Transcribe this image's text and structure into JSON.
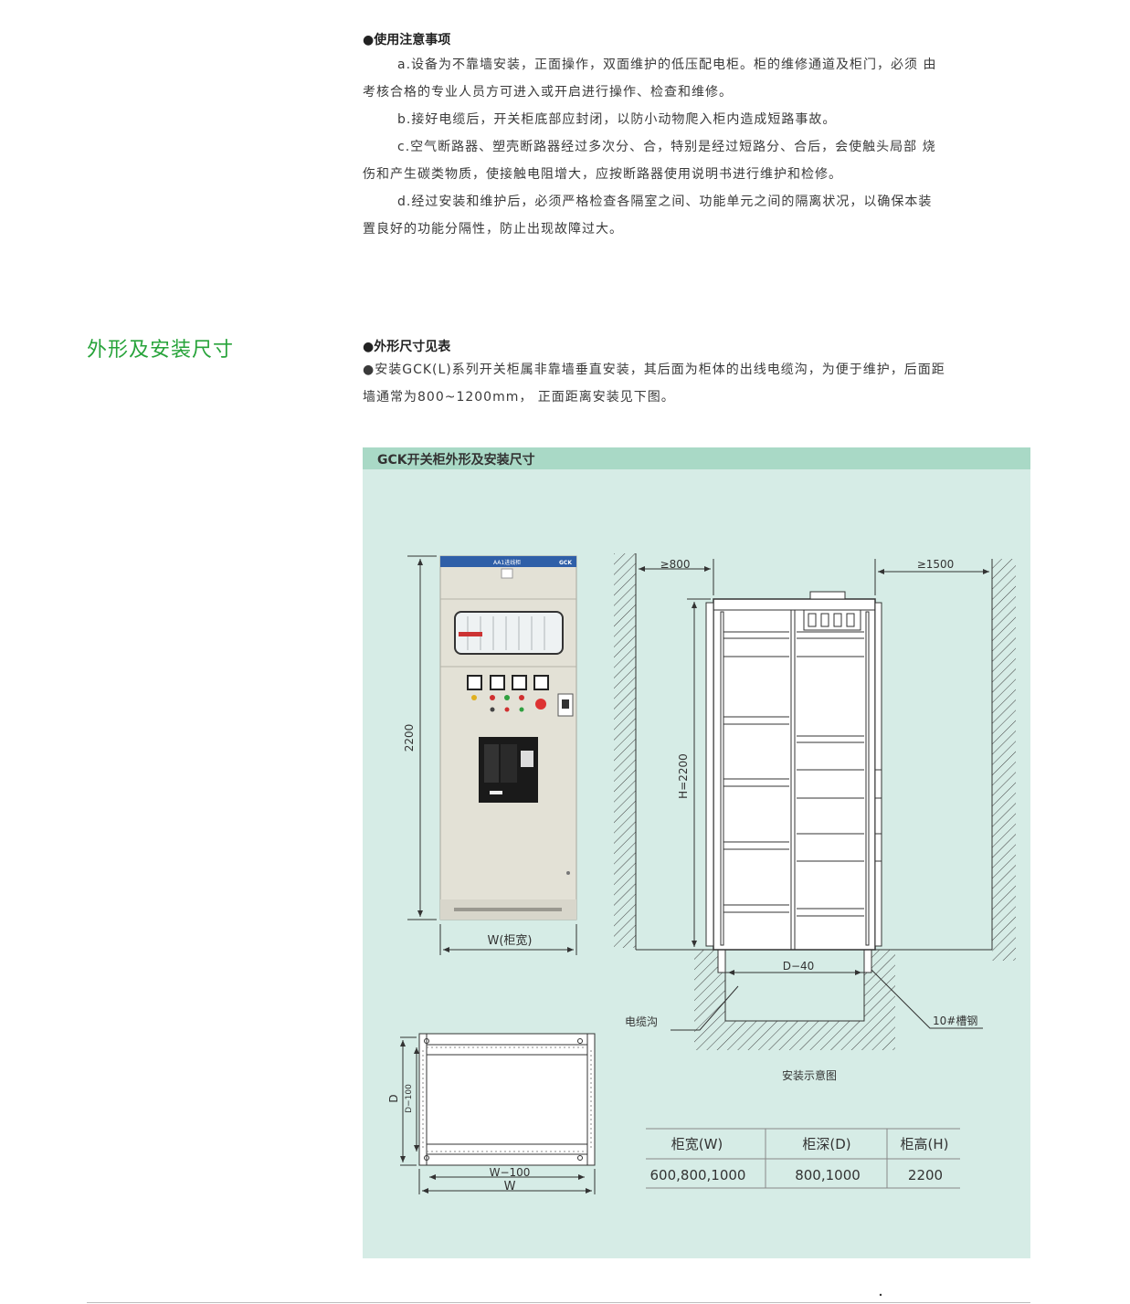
{
  "notes": {
    "title": "●使用注意事项",
    "a1": "a.设备为不靠墙安装，正面操作，双面维护的低压配电柜。柜的维修通道及柜门，必须 由",
    "a2": "考核合格的专业人员方可进入或开启进行操作、检查和维修。",
    "b": "b.接好电缆后，开关柜底部应封闭，以防小动物爬入柜内造成短路事故。",
    "c1": "c.空气断路器、塑壳断路器经过多次分、合，特别是经过短路分、合后，会使触头局部 烧",
    "c2": "伤和产生碳类物质，使接触电阻增大，应按断路器使用说明书进行维护和检修。",
    "d1": "d.经过安装和维护后，必须严格检查各隔室之间、功能单元之间的隔离状况，以确保本装",
    "d2": "置良好的功能分隔性，防止出现故障过大。"
  },
  "section": {
    "title": "外形及安装尺寸",
    "sub1": "●外形尺寸见表",
    "sub2a": "●安装GCK(L)系列开关柜属非靠墙垂直安装，其后面为柜体的出线电缆沟，为便于维护，后面距",
    "sub2b": "墙通常为800~1200mm，  正面距离安装见下图。"
  },
  "panel": {
    "title": "GCK开关柜外形及安装尺寸",
    "photo": {
      "height_label": "2200",
      "width_label": "W(柜宽)",
      "header_left": "AA1进线柜",
      "header_right": "GCK"
    },
    "install": {
      "front_gap": "≥800",
      "rear_gap": "≥1500",
      "height": "H=2200",
      "depth": "D−40",
      "cable_trench": "电缆沟",
      "channel_steel": "10#槽钢",
      "caption": "安装示意图"
    },
    "plan": {
      "d": "D",
      "d100": "D−100",
      "w100": "W−100",
      "w": "W"
    },
    "table": {
      "headers": [
        "柜宽(W)",
        "柜深(D)",
        "柜高(H)"
      ],
      "row": [
        "600,800,1000",
        "800,1000",
        "2200"
      ]
    }
  },
  "colors": {
    "accent_green": "#27a33a",
    "panel_bg": "#d6ece6",
    "panel_bar": "#a9d9c6"
  }
}
